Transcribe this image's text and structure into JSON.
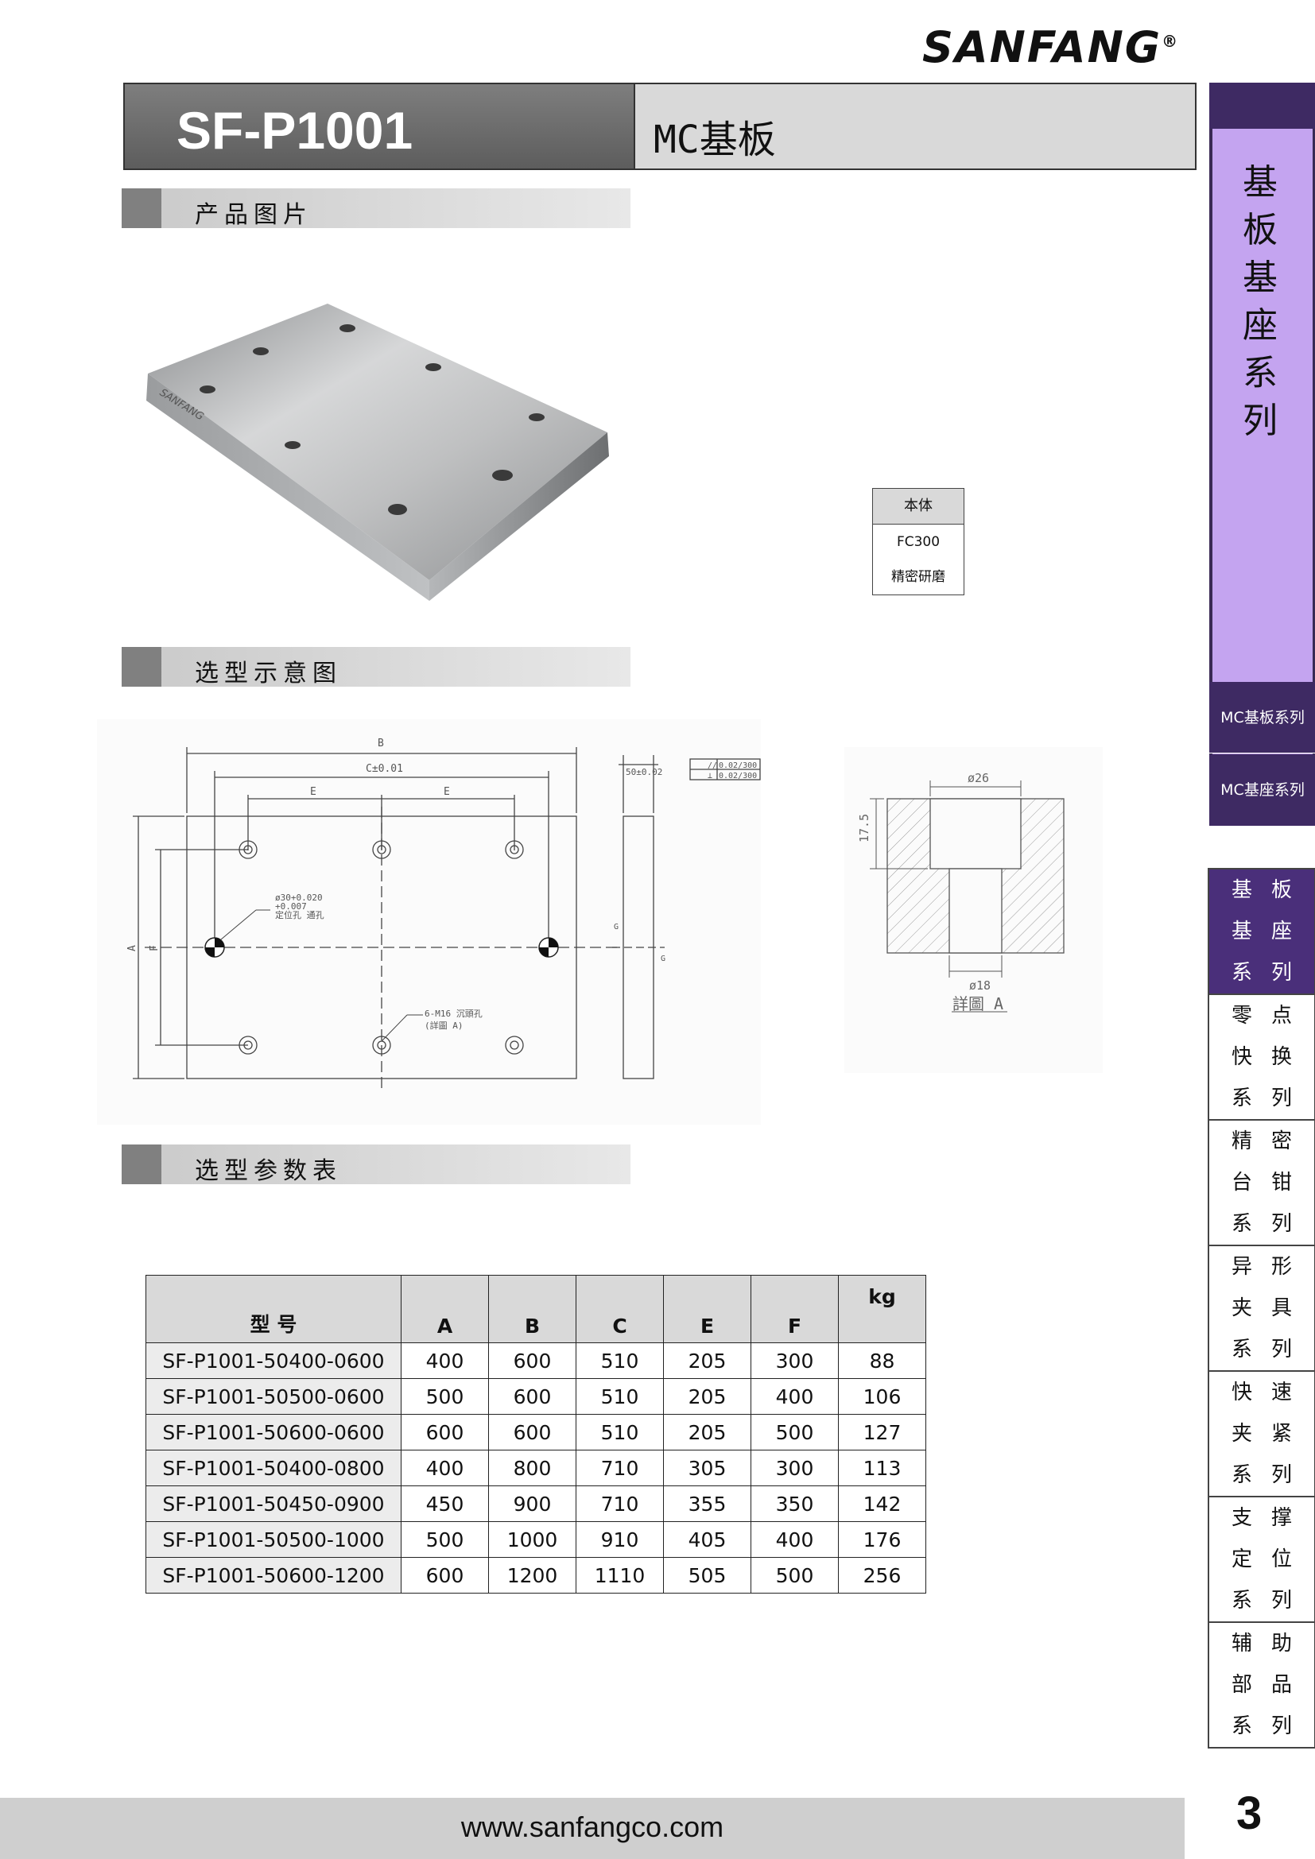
{
  "brand": {
    "logo": "SANFANG",
    "reg": "®",
    "plate_engraving": "SANFANG"
  },
  "header": {
    "code": "SF-P1001",
    "name": "MC基板"
  },
  "sections": {
    "photo": "产品图片",
    "diagram": "选型示意图",
    "params": "选型参数表"
  },
  "material": {
    "header": "本体",
    "line1": "FC300",
    "line2": "精密研磨"
  },
  "drawing": {
    "dim_B": "B",
    "dim_C": "C±0.01",
    "dim_E1": "E",
    "dim_E2": "E",
    "dim_A": "A",
    "dim_F": "F",
    "pin_note1": "ø30+0.020",
    "pin_note1b": "+0.007",
    "pin_note2": "定位孔 通孔",
    "m16_note1": "6-M16 沉頭孔",
    "m16_note2": "(詳圖 A)",
    "thick": "50±0.02",
    "tol1": "0.02/300",
    "tol2": "0.02/300",
    "g1": "G",
    "g2": "G",
    "detail_d26": "ø26",
    "detail_d18": "ø18",
    "detail_depth": "17.5",
    "detail_label": "詳圖 A"
  },
  "table": {
    "headers": [
      "型    号",
      "A",
      "B",
      "C",
      "E",
      "F",
      "kg"
    ],
    "rows": [
      [
        "SF-P1001-50400-0600",
        "400",
        "600",
        "510",
        "205",
        "300",
        "88"
      ],
      [
        "SF-P1001-50500-0600",
        "500",
        "600",
        "510",
        "205",
        "400",
        "106"
      ],
      [
        "SF-P1001-50600-0600",
        "600",
        "600",
        "510",
        "205",
        "500",
        "127"
      ],
      [
        "SF-P1001-50400-0800",
        "400",
        "800",
        "710",
        "305",
        "300",
        "113"
      ],
      [
        "SF-P1001-50450-0900",
        "450",
        "900",
        "710",
        "355",
        "350",
        "142"
      ],
      [
        "SF-P1001-50500-1000",
        "500",
        "1000",
        "910",
        "405",
        "400",
        "176"
      ],
      [
        "SF-P1001-50600-1200",
        "600",
        "1200",
        "1110",
        "505",
        "500",
        "256"
      ]
    ]
  },
  "sidebar": {
    "title": [
      "基",
      "板",
      "基",
      "座",
      "系",
      "列"
    ],
    "sub_items": [
      "MC基板系列",
      "MC基座系列"
    ],
    "categories": [
      {
        "lines": [
          "基板",
          "基座",
          "系列"
        ],
        "active": true
      },
      {
        "lines": [
          "零点",
          "快换",
          "系列"
        ],
        "active": false
      },
      {
        "lines": [
          "精密",
          "台钳",
          "系列"
        ],
        "active": false
      },
      {
        "lines": [
          "异形",
          "夹具",
          "系列"
        ],
        "active": false
      },
      {
        "lines": [
          "快速",
          "夹紧",
          "系列"
        ],
        "active": false
      },
      {
        "lines": [
          "支撑",
          "定位",
          "系列"
        ],
        "active": false
      },
      {
        "lines": [
          "辅助",
          "部品",
          "系列"
        ],
        "active": false
      }
    ]
  },
  "footer": {
    "url": "www.sanfangco.com",
    "page": "3"
  }
}
